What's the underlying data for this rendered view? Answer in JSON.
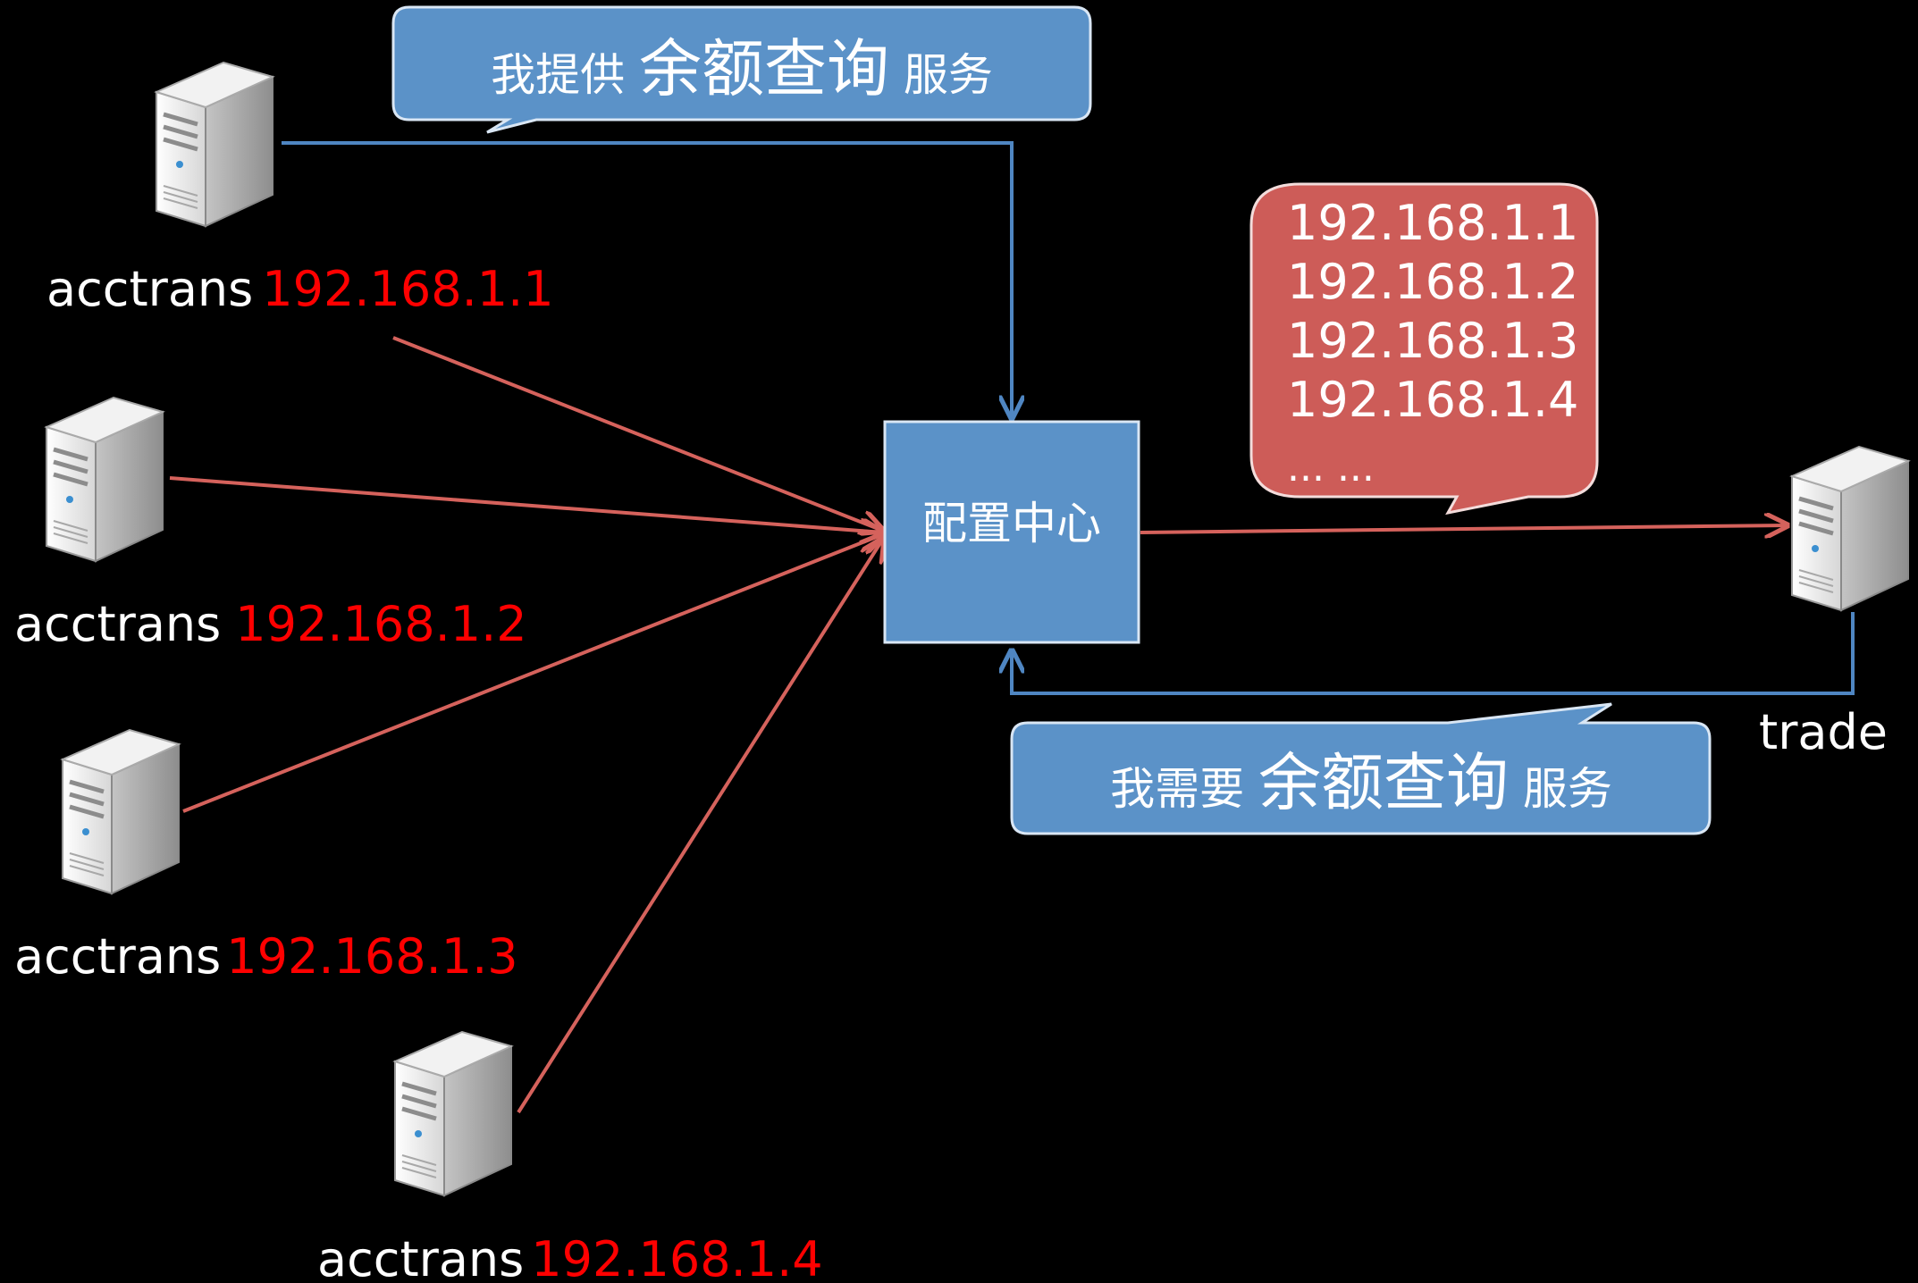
{
  "servers": [
    {
      "name": "acctrans",
      "ip": "192.168.1.1"
    },
    {
      "name": "acctrans",
      "ip": "192.168.1.2"
    },
    {
      "name": "acctrans",
      "ip": "192.168.1.3"
    },
    {
      "name": "acctrans",
      "ip": "192.168.1.4"
    }
  ],
  "consumer": {
    "name": "trade"
  },
  "center": {
    "label": "配置中心"
  },
  "provide_callout": {
    "prefix": "我提供 ",
    "service": "余额查询",
    "suffix": " 服务"
  },
  "require_callout": {
    "prefix": "我需要 ",
    "service": "余额查询",
    "suffix": " 服务"
  },
  "registry_list": {
    "items": [
      "192.168.1.1",
      "192.168.1.2",
      "192.168.1.3",
      "192.168.1.4",
      "... ..."
    ]
  },
  "colors": {
    "background": "#000000",
    "box_blue": "#5b92c8",
    "callout_red": "#cd5c58",
    "wire_red": "#d5625c",
    "wire_blue": "#4f86c2",
    "ip_red": "#ff0000",
    "text_white": "#ffffff"
  }
}
